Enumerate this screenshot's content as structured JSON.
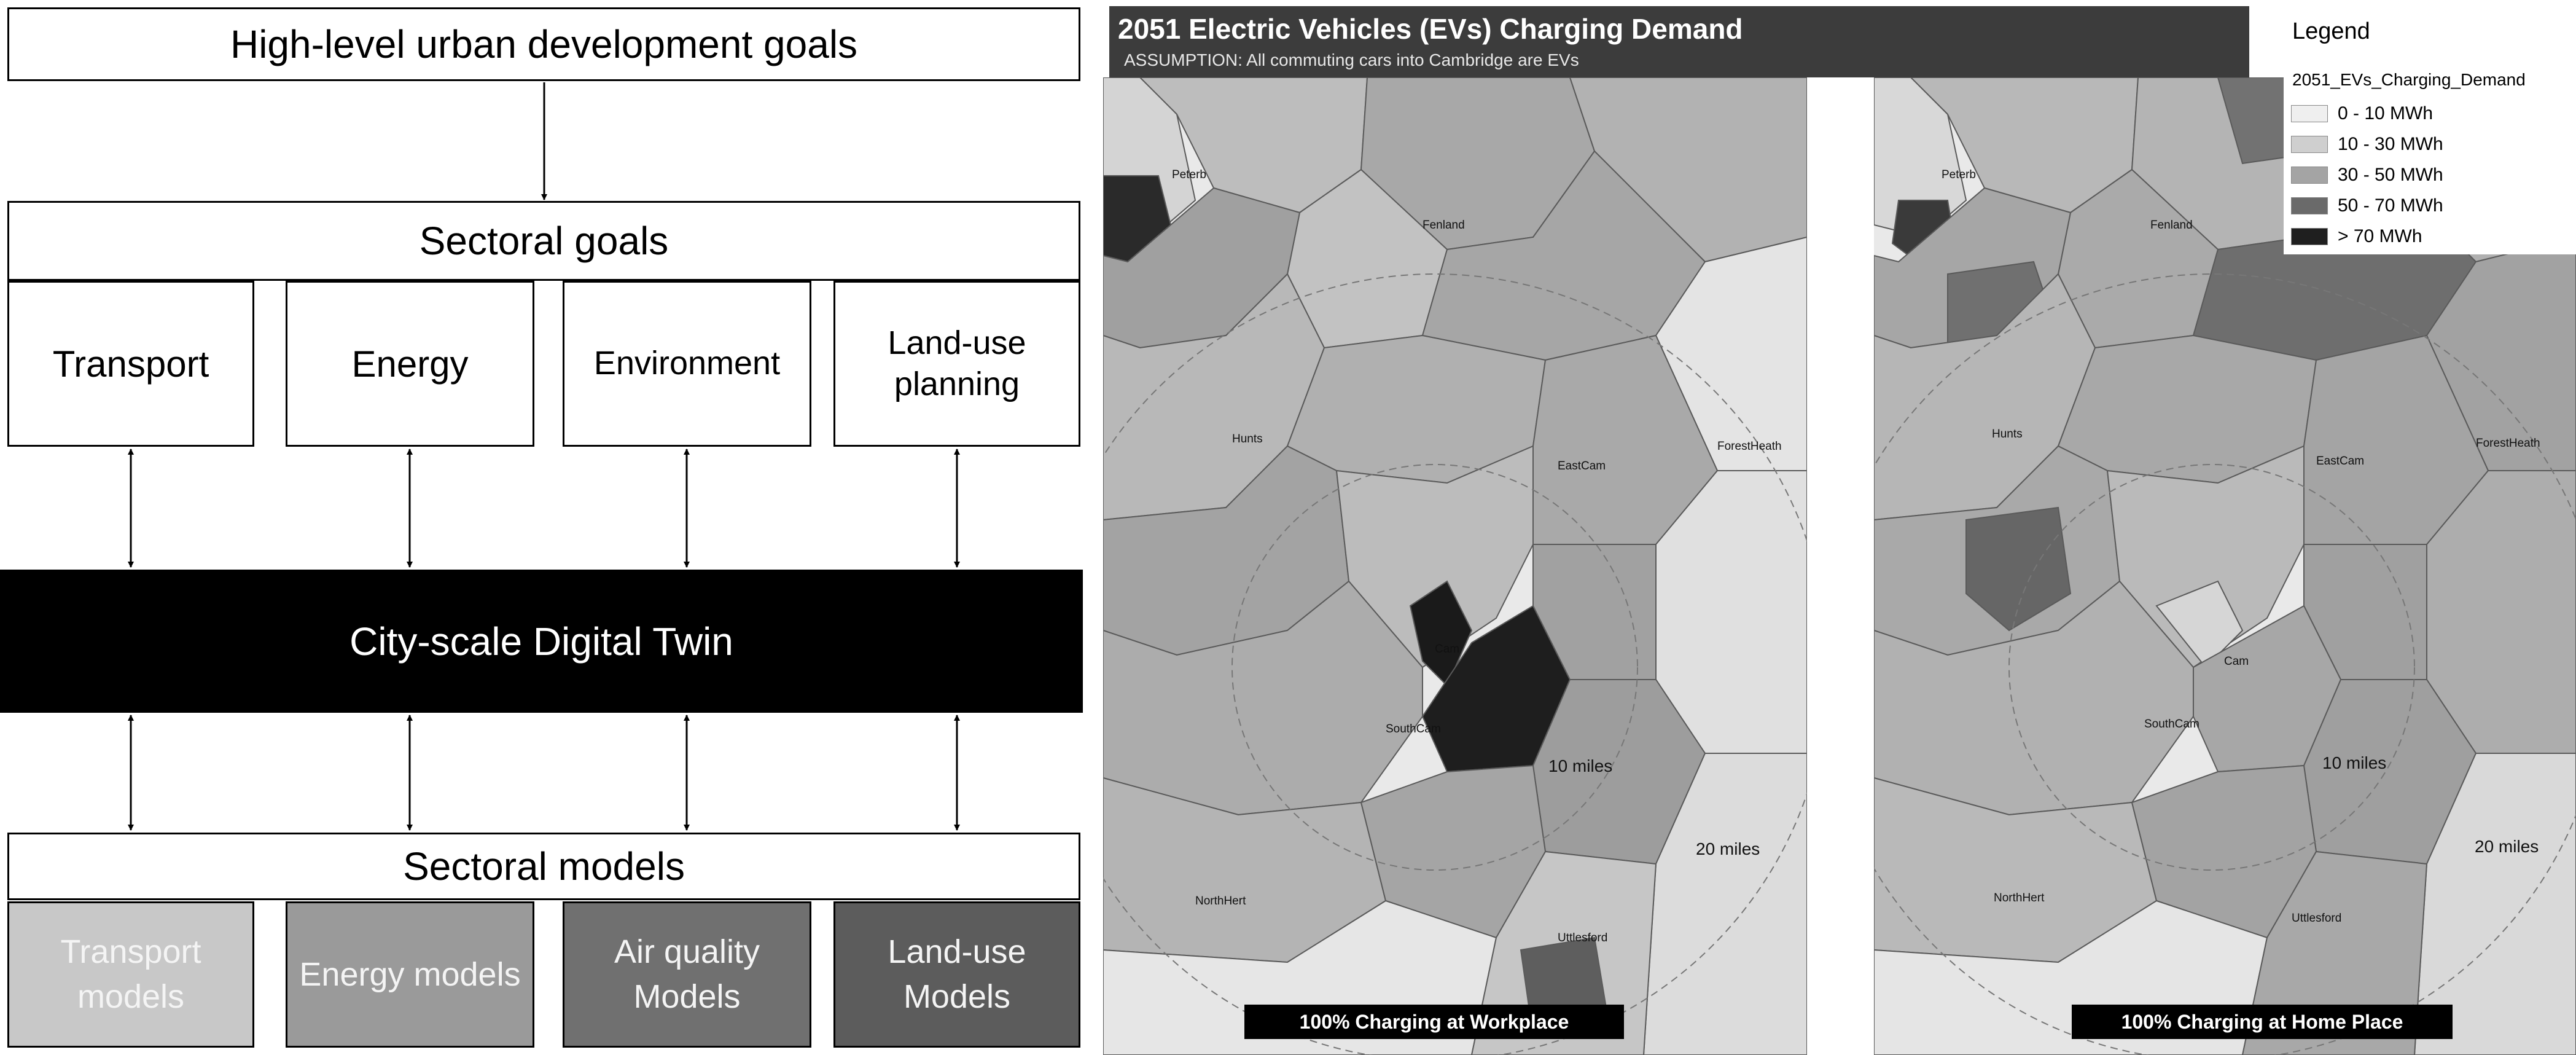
{
  "diagram": {
    "top_goal": "High-level urban development goals",
    "sectoral_goals": "Sectoral goals",
    "goals": [
      "Transport",
      "Energy",
      "Environment",
      "Land-use planning"
    ],
    "digital_twin": "City-scale Digital Twin",
    "sectoral_models": "Sectoral models",
    "models": [
      {
        "label": "Transport models",
        "fill": "#c8c8c8",
        "text_color": "#f4f4f4"
      },
      {
        "label": "Energy models",
        "fill": "#9a9a9a",
        "text_color": "#f4f4f4"
      },
      {
        "label": "Air quality Models",
        "fill": "#707070",
        "text_color": "#f4f4f4"
      },
      {
        "label": "Land-use Models",
        "fill": "#5c5c5c",
        "text_color": "#f4f4f4"
      }
    ]
  },
  "map": {
    "title": "2051 Electric Vehicles (EVs) Charging Demand",
    "subtitle": "ASSUMPTION: All commuting cars into Cambridge are EVs",
    "legend": {
      "heading": "Legend",
      "field": "2051_EVs_Charging_Demand",
      "classes": [
        {
          "label": "0 - 10 MWh",
          "color": "#efefef"
        },
        {
          "label": "10 - 30 MWh",
          "color": "#cfcfcf"
        },
        {
          "label": "30 - 50 MWh",
          "color": "#a4a4a4"
        },
        {
          "label": "50 - 70 MWh",
          "color": "#6a6a6a"
        },
        {
          "label": "> 70 MWh",
          "color": "#1f1f1f"
        }
      ]
    },
    "panels": [
      {
        "caption": "100% Charging at Workplace",
        "places": [
          "Peterb",
          "Fenland",
          "Hunts",
          "EastCam",
          "ForestHeath",
          "Cam",
          "SouthCam",
          "NorthHert",
          "Uttlesford"
        ],
        "rings": [
          "10 miles",
          "20 miles"
        ]
      },
      {
        "caption": "100% Charging at Home Place",
        "places": [
          "Peterb",
          "Fenland",
          "Hunts",
          "EastCam",
          "ForestHeath",
          "Cam",
          "SouthCam",
          "NorthHert",
          "Uttlesford"
        ],
        "rings": [
          "10 miles",
          "20 miles"
        ]
      }
    ]
  }
}
